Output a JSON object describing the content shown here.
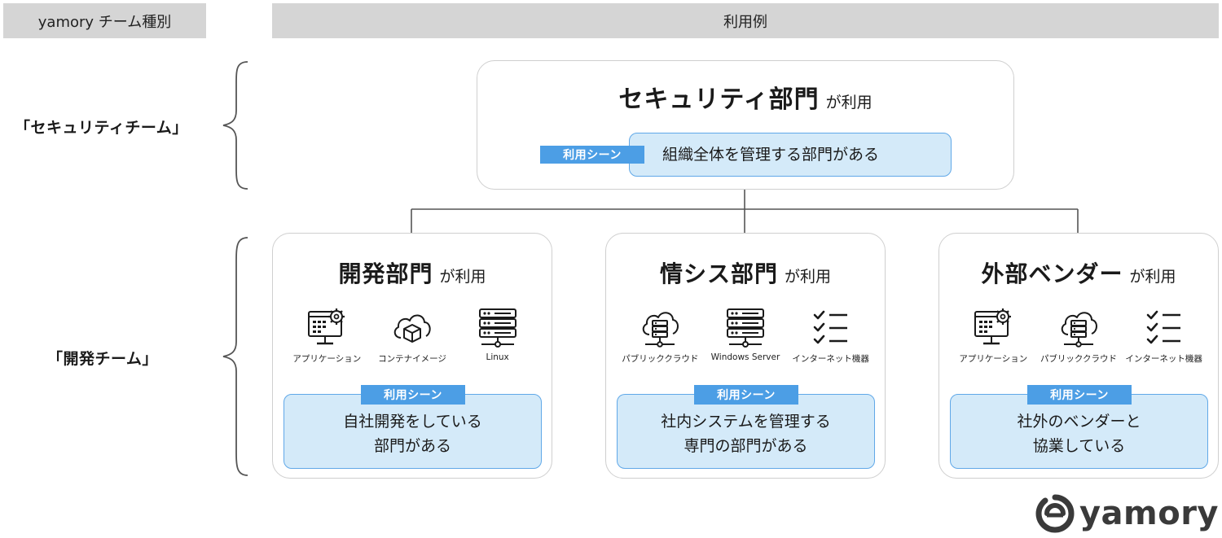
{
  "header": {
    "left": "yamory チーム種別",
    "right": "利用例"
  },
  "rows": {
    "security_label": "「セキュリティチーム」",
    "dev_label": "「開発チーム」"
  },
  "top_card": {
    "title_main": "セキュリティ部門",
    "title_sub": "が利用",
    "scene_tag": "利用シーン",
    "scene_text": "組織全体を管理する部門がある"
  },
  "cards": [
    {
      "title_main": "開発部門",
      "title_sub": "が利用",
      "icons": [
        {
          "name": "application-icon",
          "label": "アプリケーション"
        },
        {
          "name": "container-image-icon",
          "label": "コンテナイメージ"
        },
        {
          "name": "server-icon",
          "label": "Linux"
        }
      ],
      "scene_tag": "利用シーン",
      "scene_line1": "自社開発をしている",
      "scene_line2": "部門がある"
    },
    {
      "title_main": "情シス部門",
      "title_sub": "が利用",
      "icons": [
        {
          "name": "public-cloud-icon",
          "label": "パブリッククラウド"
        },
        {
          "name": "server-icon",
          "label": "Windows Server"
        },
        {
          "name": "checklist-icon",
          "label": "インターネット機器"
        }
      ],
      "scene_tag": "利用シーン",
      "scene_line1": "社内システムを管理する",
      "scene_line2": "専門の部門がある"
    },
    {
      "title_main": "外部ベンダー",
      "title_sub": "が利用",
      "icons": [
        {
          "name": "application-icon",
          "label": "アプリケーション"
        },
        {
          "name": "public-cloud-icon",
          "label": "パブリッククラウド"
        },
        {
          "name": "checklist-icon",
          "label": "インターネット機器"
        }
      ],
      "scene_tag": "利用シーン",
      "scene_line1": "社外のベンダーと",
      "scene_line2": "協業している"
    }
  ],
  "logo": {
    "text": "yamory"
  },
  "colors": {
    "header_bg": "#d5d5d5",
    "card_border": "#cfcfcf",
    "scene_tag_bg": "#4c9ee5",
    "scene_box_bg": "#d4eaf9",
    "scene_box_border": "#60a8e8",
    "connector": "#555555"
  }
}
